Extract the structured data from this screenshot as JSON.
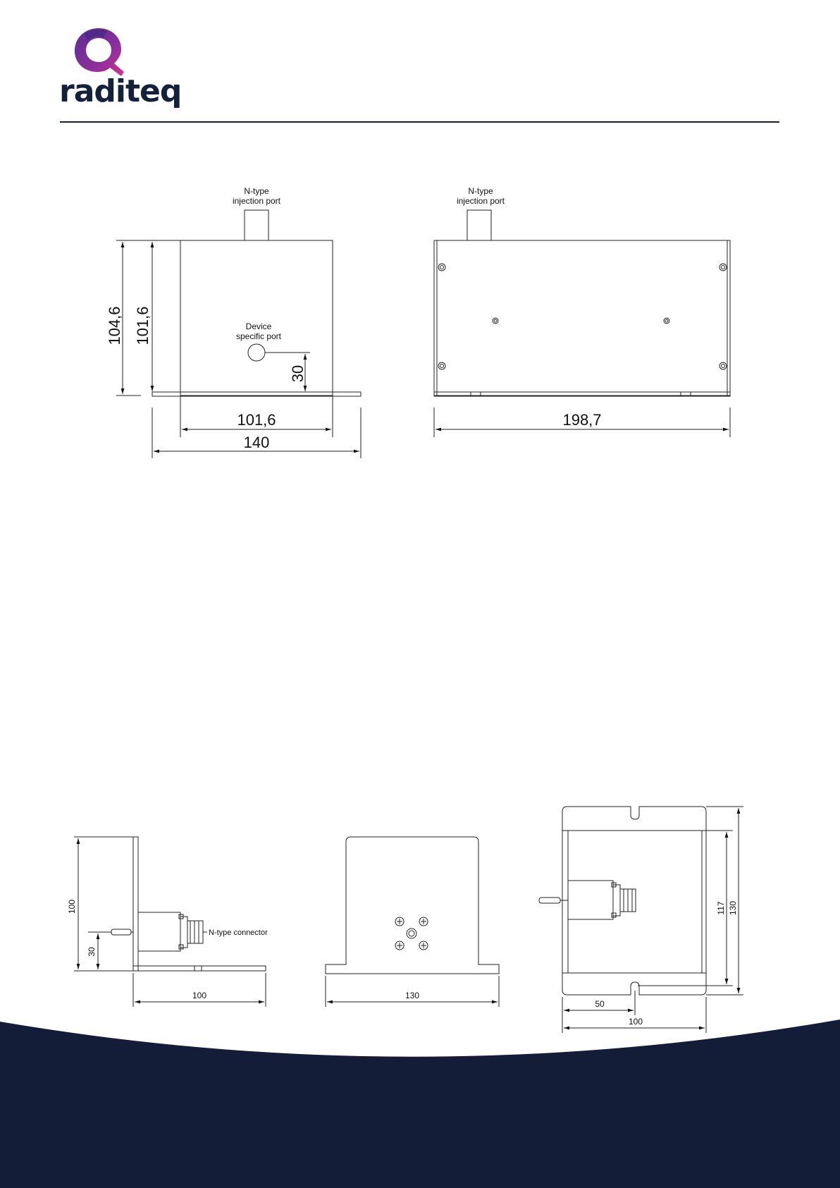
{
  "brand": {
    "name": "raditeq",
    "colors": {
      "navy": "#131d38",
      "purple_start": "#5a2d91",
      "purple_end": "#d4338f"
    }
  },
  "drawings": {
    "front_view": {
      "port_label_line1": "N-type",
      "port_label_line2": "injection port",
      "device_port_line1": "Device",
      "device_port_line2": "specific port",
      "dim_overall_height": "104,6",
      "dim_body_height": "101,6",
      "dim_port_height": "30",
      "dim_body_width": "101,6",
      "dim_base_width": "140"
    },
    "side_view": {
      "port_label_line1": "N-type",
      "port_label_line2": "injection port",
      "dim_length": "198,7"
    },
    "bottom_left": {
      "dim_height": "100",
      "dim_connector_height": "30",
      "dim_base": "100",
      "connector_label": "N-type connector"
    },
    "bottom_middle": {
      "dim_base": "130"
    },
    "bottom_right": {
      "dim_inner": "117",
      "dim_outer": "130",
      "dim_slot": "50",
      "dim_width": "100"
    }
  }
}
